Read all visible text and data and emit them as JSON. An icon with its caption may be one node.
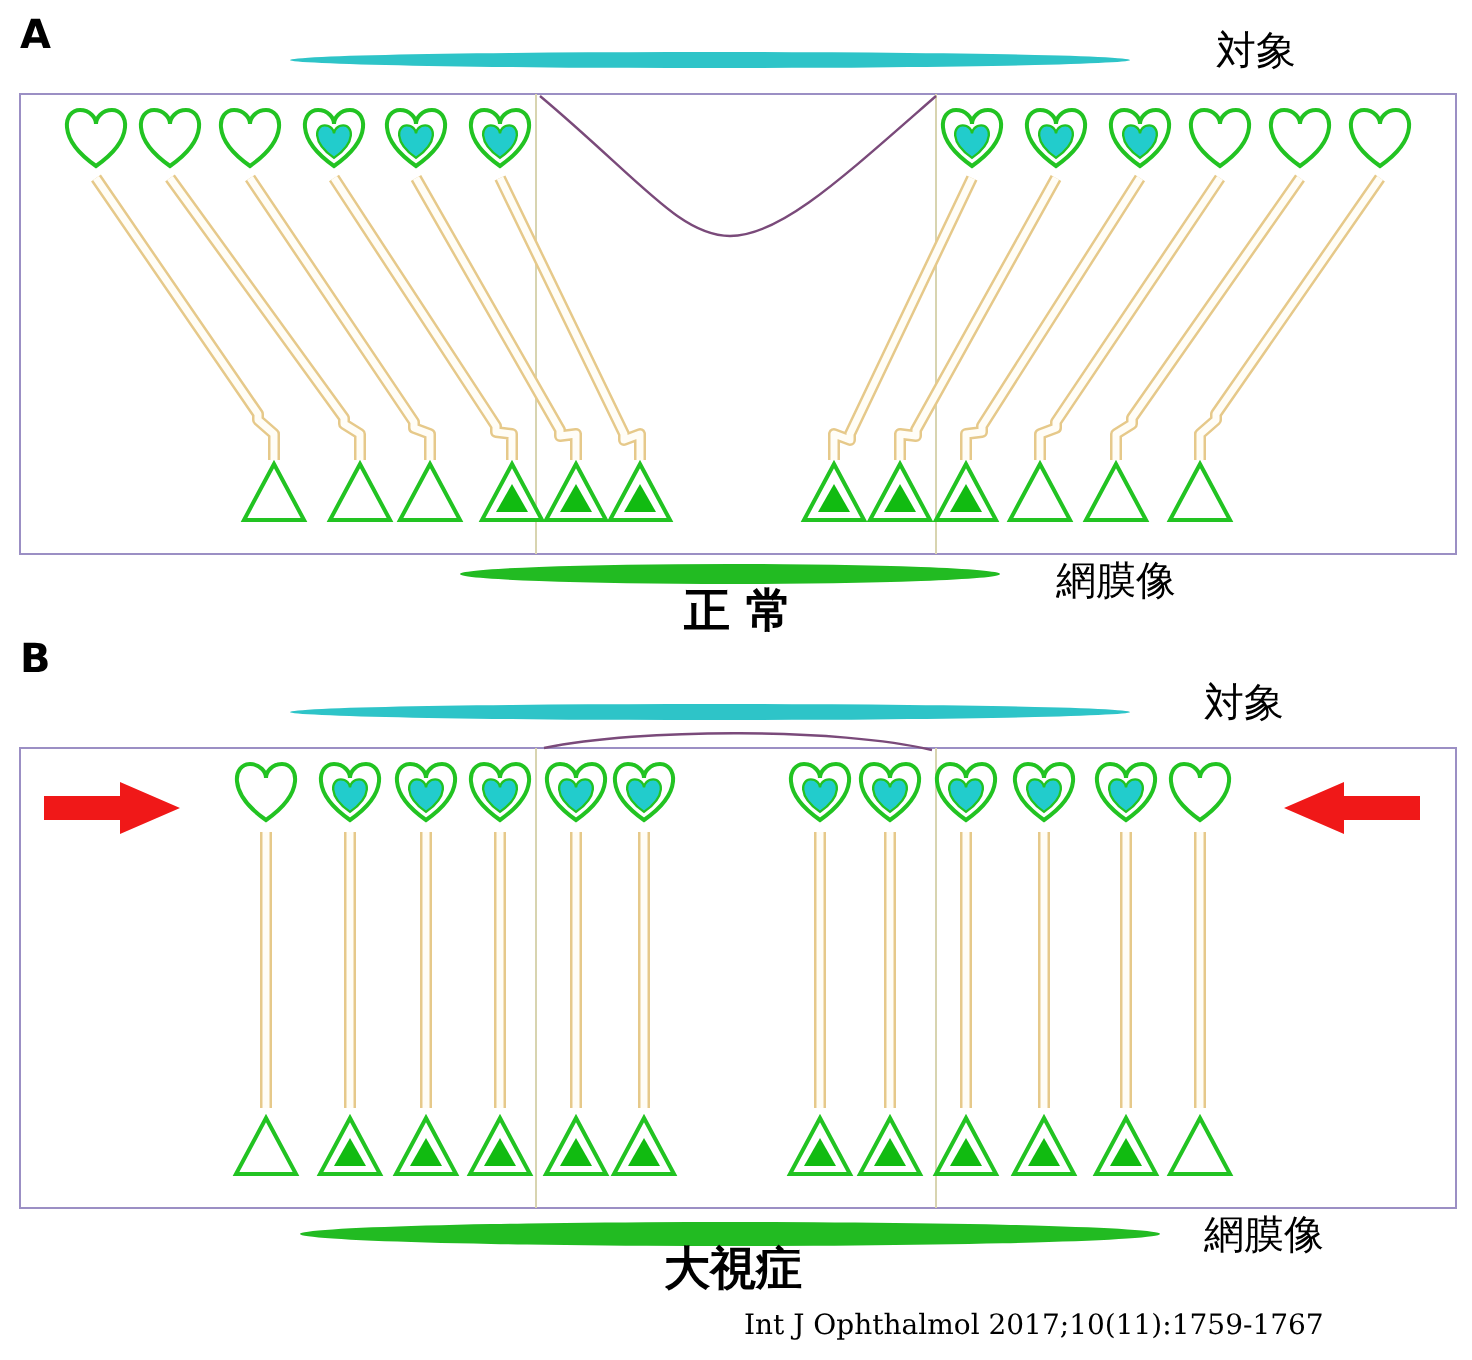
{
  "diagram": {
    "labels": [
      "A",
      "対象",
      "網膜像",
      "正 常",
      "B",
      "対象",
      "網膜像",
      "大視症",
      "Int J Ophthalmol 2017;10(11):1759-1767"
    ]
  }
}
